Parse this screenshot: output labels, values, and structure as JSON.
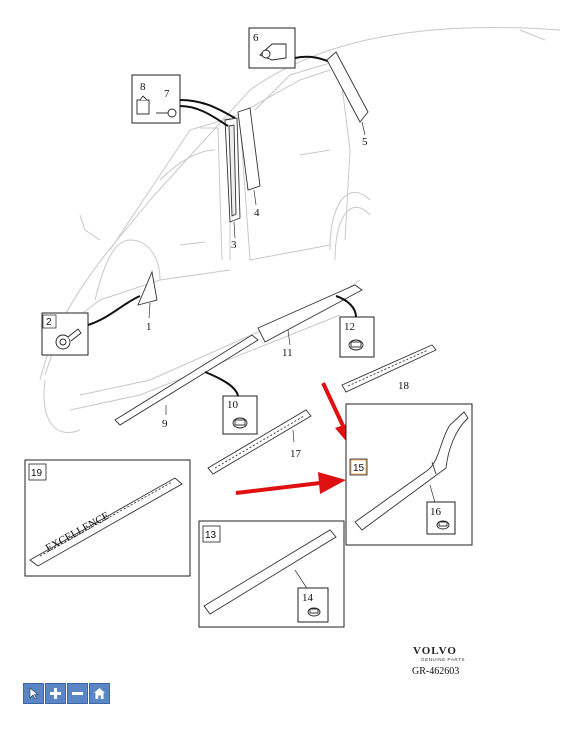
{
  "callouts": {
    "c1": "1",
    "c2": "2",
    "c3": "3",
    "c4": "4",
    "c5": "5",
    "c6": "6",
    "c7": "7",
    "c8": "8",
    "c9": "9",
    "c10": "10",
    "c11": "11",
    "c12": "12",
    "c13": "13",
    "c14": "14",
    "c15": "15",
    "c16": "16",
    "c17": "17",
    "c18": "18",
    "c19": "19"
  },
  "branding": {
    "brand": "VOLVO",
    "sub": "GENUINE PARTS",
    "code": "GR-462603"
  },
  "embossed_text": "EXCELLENCE",
  "colors": {
    "line": "#222222",
    "car_line": "#c8c8c8",
    "arrow": "#e01010",
    "toolbar": "#5b86c6"
  },
  "toolbar": {
    "buttons": [
      {
        "icon": "cursor-icon"
      },
      {
        "icon": "zoom-in-icon"
      },
      {
        "icon": "zoom-out-icon"
      },
      {
        "icon": "home-icon"
      }
    ]
  }
}
